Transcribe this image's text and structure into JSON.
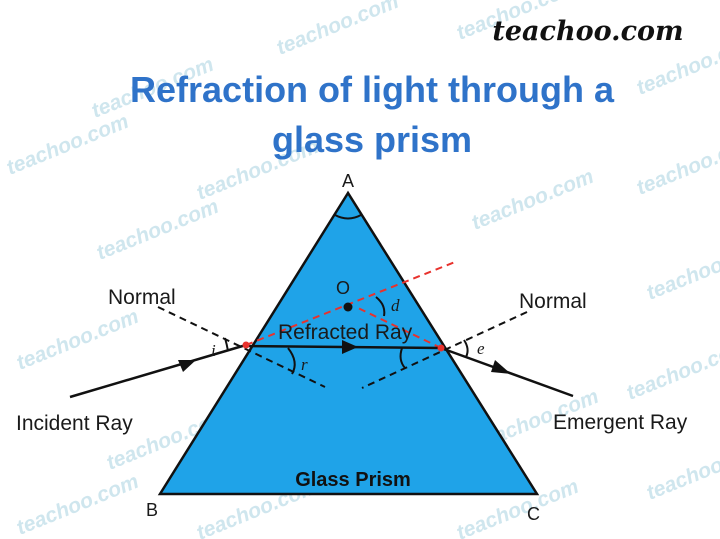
{
  "brand": "teachoo.com",
  "title_line1": "Refraction of light through a",
  "title_line2": "glass prism",
  "watermark": "teachoo.com",
  "vertices": {
    "a": "A",
    "b": "B",
    "c": "C",
    "o": "O"
  },
  "labels": {
    "normal_left": "Normal",
    "normal_right": "Normal",
    "refracted_ray": "Refracted Ray",
    "incident_ray": "Incident Ray",
    "emergent_ray": "Emergent Ray",
    "glass_prism": "Glass Prism"
  },
  "angles": {
    "i": "i",
    "r": "r",
    "d": "d",
    "e": "e"
  },
  "colors": {
    "title": "#2f73c9",
    "prism_fill": "#1fa3e8",
    "ray": "#1a1a1a",
    "deviation": "#e8322d",
    "watermark": "#cfe6ee"
  }
}
